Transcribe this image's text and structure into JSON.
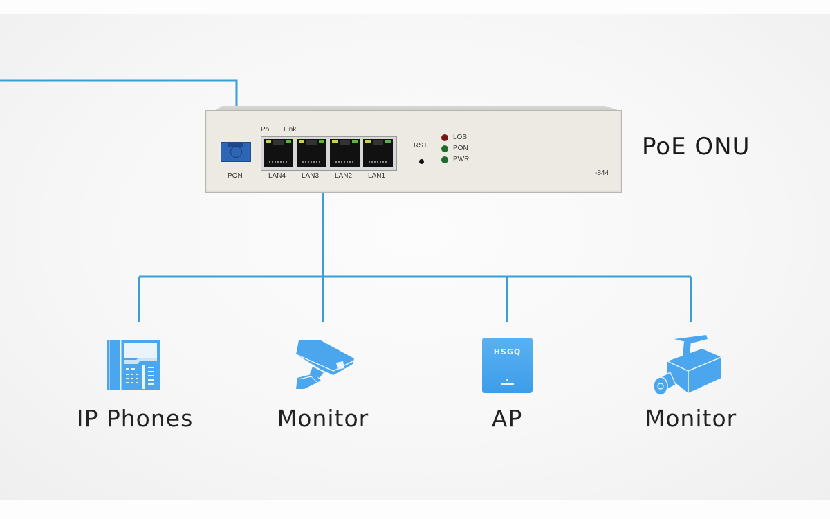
{
  "device": {
    "name": "PoE ONU",
    "model_suffix": "-844",
    "pon_port_label": "PON",
    "led_header_poe": "PoE",
    "led_header_link": "Link",
    "lan_ports": [
      "LAN4",
      "LAN3",
      "LAN2",
      "LAN1"
    ],
    "reset_label": "RST",
    "status_leds": [
      {
        "label": "LOS",
        "color": "#7a1418"
      },
      {
        "label": "PON",
        "color": "#1f6b2a"
      },
      {
        "label": "PWR",
        "color": "#1f6b2a"
      }
    ]
  },
  "endpoints": [
    {
      "label": "IP Phones",
      "icon": "ip-phone-icon"
    },
    {
      "label": "Monitor",
      "icon": "bullet-camera-icon"
    },
    {
      "label": "AP",
      "icon": "access-point-icon",
      "icon_text": "HSGQ"
    },
    {
      "label": "Monitor",
      "icon": "box-camera-icon"
    }
  ],
  "colors": {
    "wire": "#3a9fd6",
    "icon": "#4ba6ee",
    "text": "#222222"
  }
}
